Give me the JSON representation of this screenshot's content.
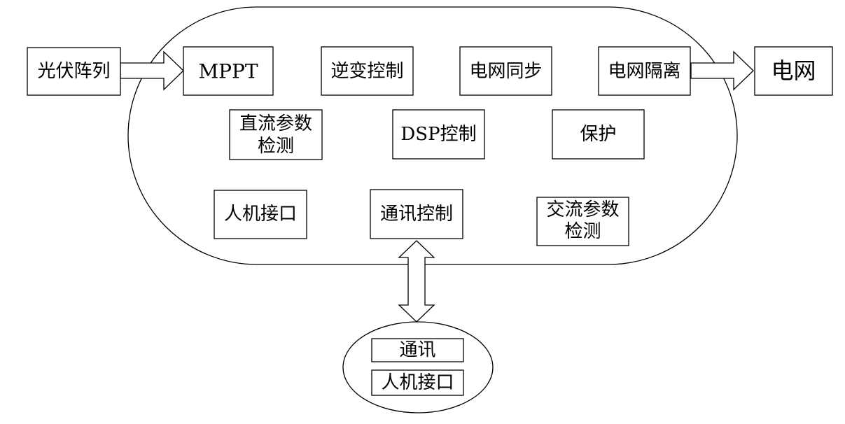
{
  "left_input": "光伏阵列",
  "grid": "电网",
  "modules": {
    "mppt": "MPPT",
    "inverter_control": "逆变控制",
    "grid_sync": "电网同步",
    "grid_isolation": "电网隔离",
    "dc_detect_line1": "直流参数",
    "dc_detect_line2": "检测",
    "dsp_control": "DSP控制",
    "protection": "保护",
    "hmi": "人机接口",
    "comm_control": "通讯控制",
    "ac_detect_line1": "交流参数",
    "ac_detect_line2": "检测"
  },
  "external": {
    "comm": "通讯",
    "hmi": "人机接口"
  }
}
